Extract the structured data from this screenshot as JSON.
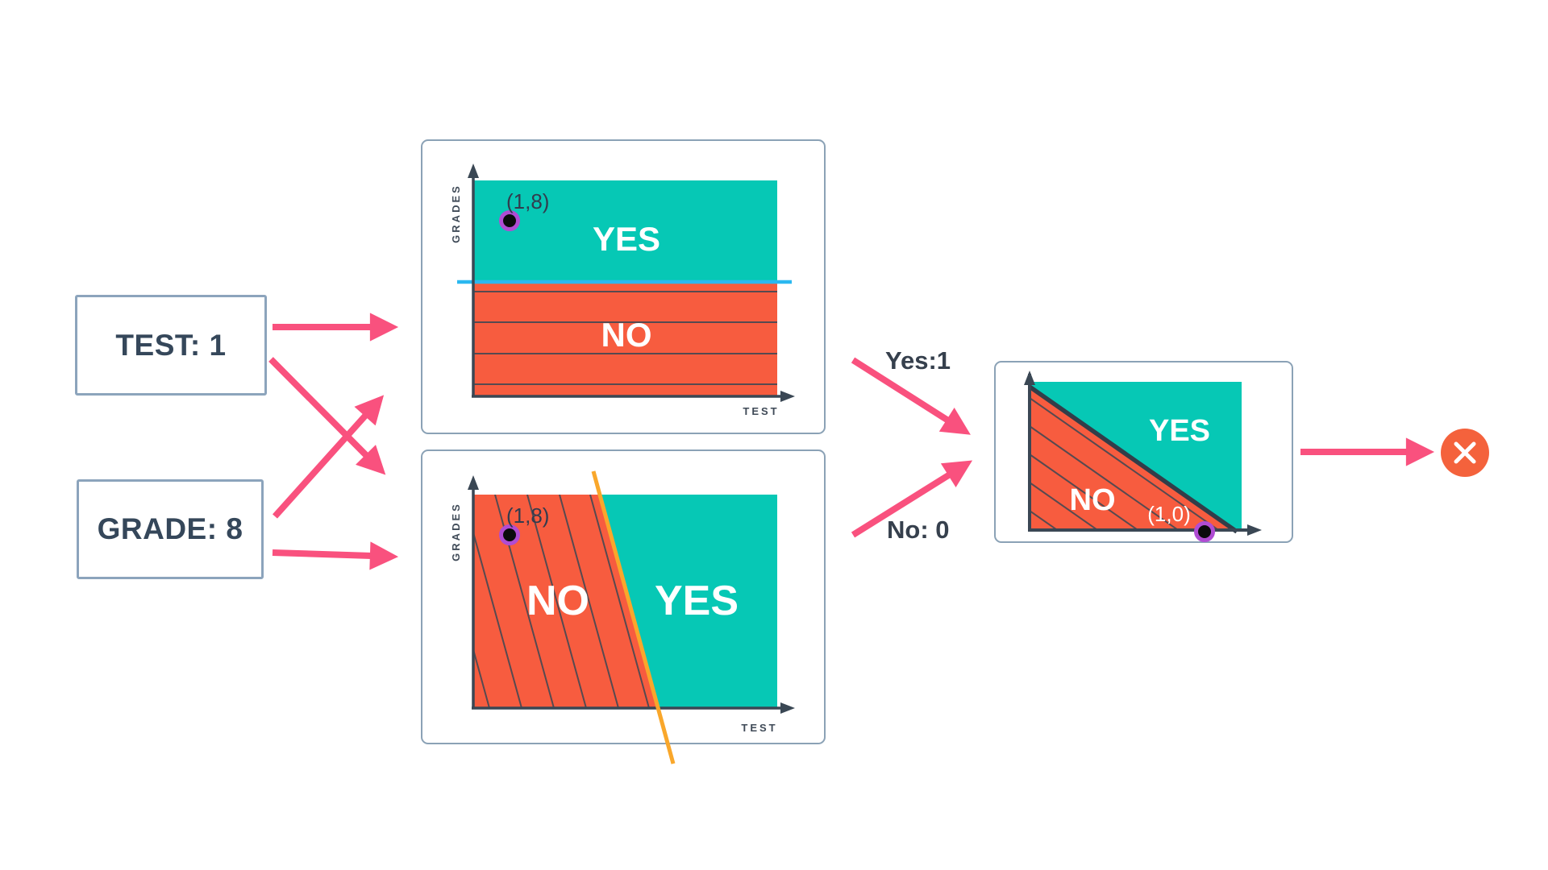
{
  "inputs": {
    "test": {
      "label": "TEST: 1"
    },
    "grade": {
      "label": "GRADE: 8"
    }
  },
  "charts": {
    "top": {
      "y_axis_label": "GRADES",
      "x_axis_label": "TEST",
      "yes_label": "YES",
      "no_label": "NO",
      "point_label": "(1,8)"
    },
    "bottom": {
      "y_axis_label": "GRADES",
      "x_axis_label": "TEST",
      "yes_label": "YES",
      "no_label": "NO",
      "point_label": "(1,8)"
    },
    "output": {
      "yes_label": "YES",
      "no_label": "NO",
      "point_label": "(1,0)"
    }
  },
  "connections": {
    "yes_value": "Yes:1",
    "no_value": "No: 0"
  },
  "colors": {
    "teal_region": "#06c8b5",
    "orange_region": "#f75c3f",
    "pink_arrow": "#f9517e",
    "cyan_boundary": "#2bb8f0",
    "orange_boundary": "#f9a72b",
    "purple_point_ring": "#b04cd3",
    "dark_slate": "#3a4754",
    "card_border": "#8ba2b6",
    "x_badge": "#f4623c"
  }
}
